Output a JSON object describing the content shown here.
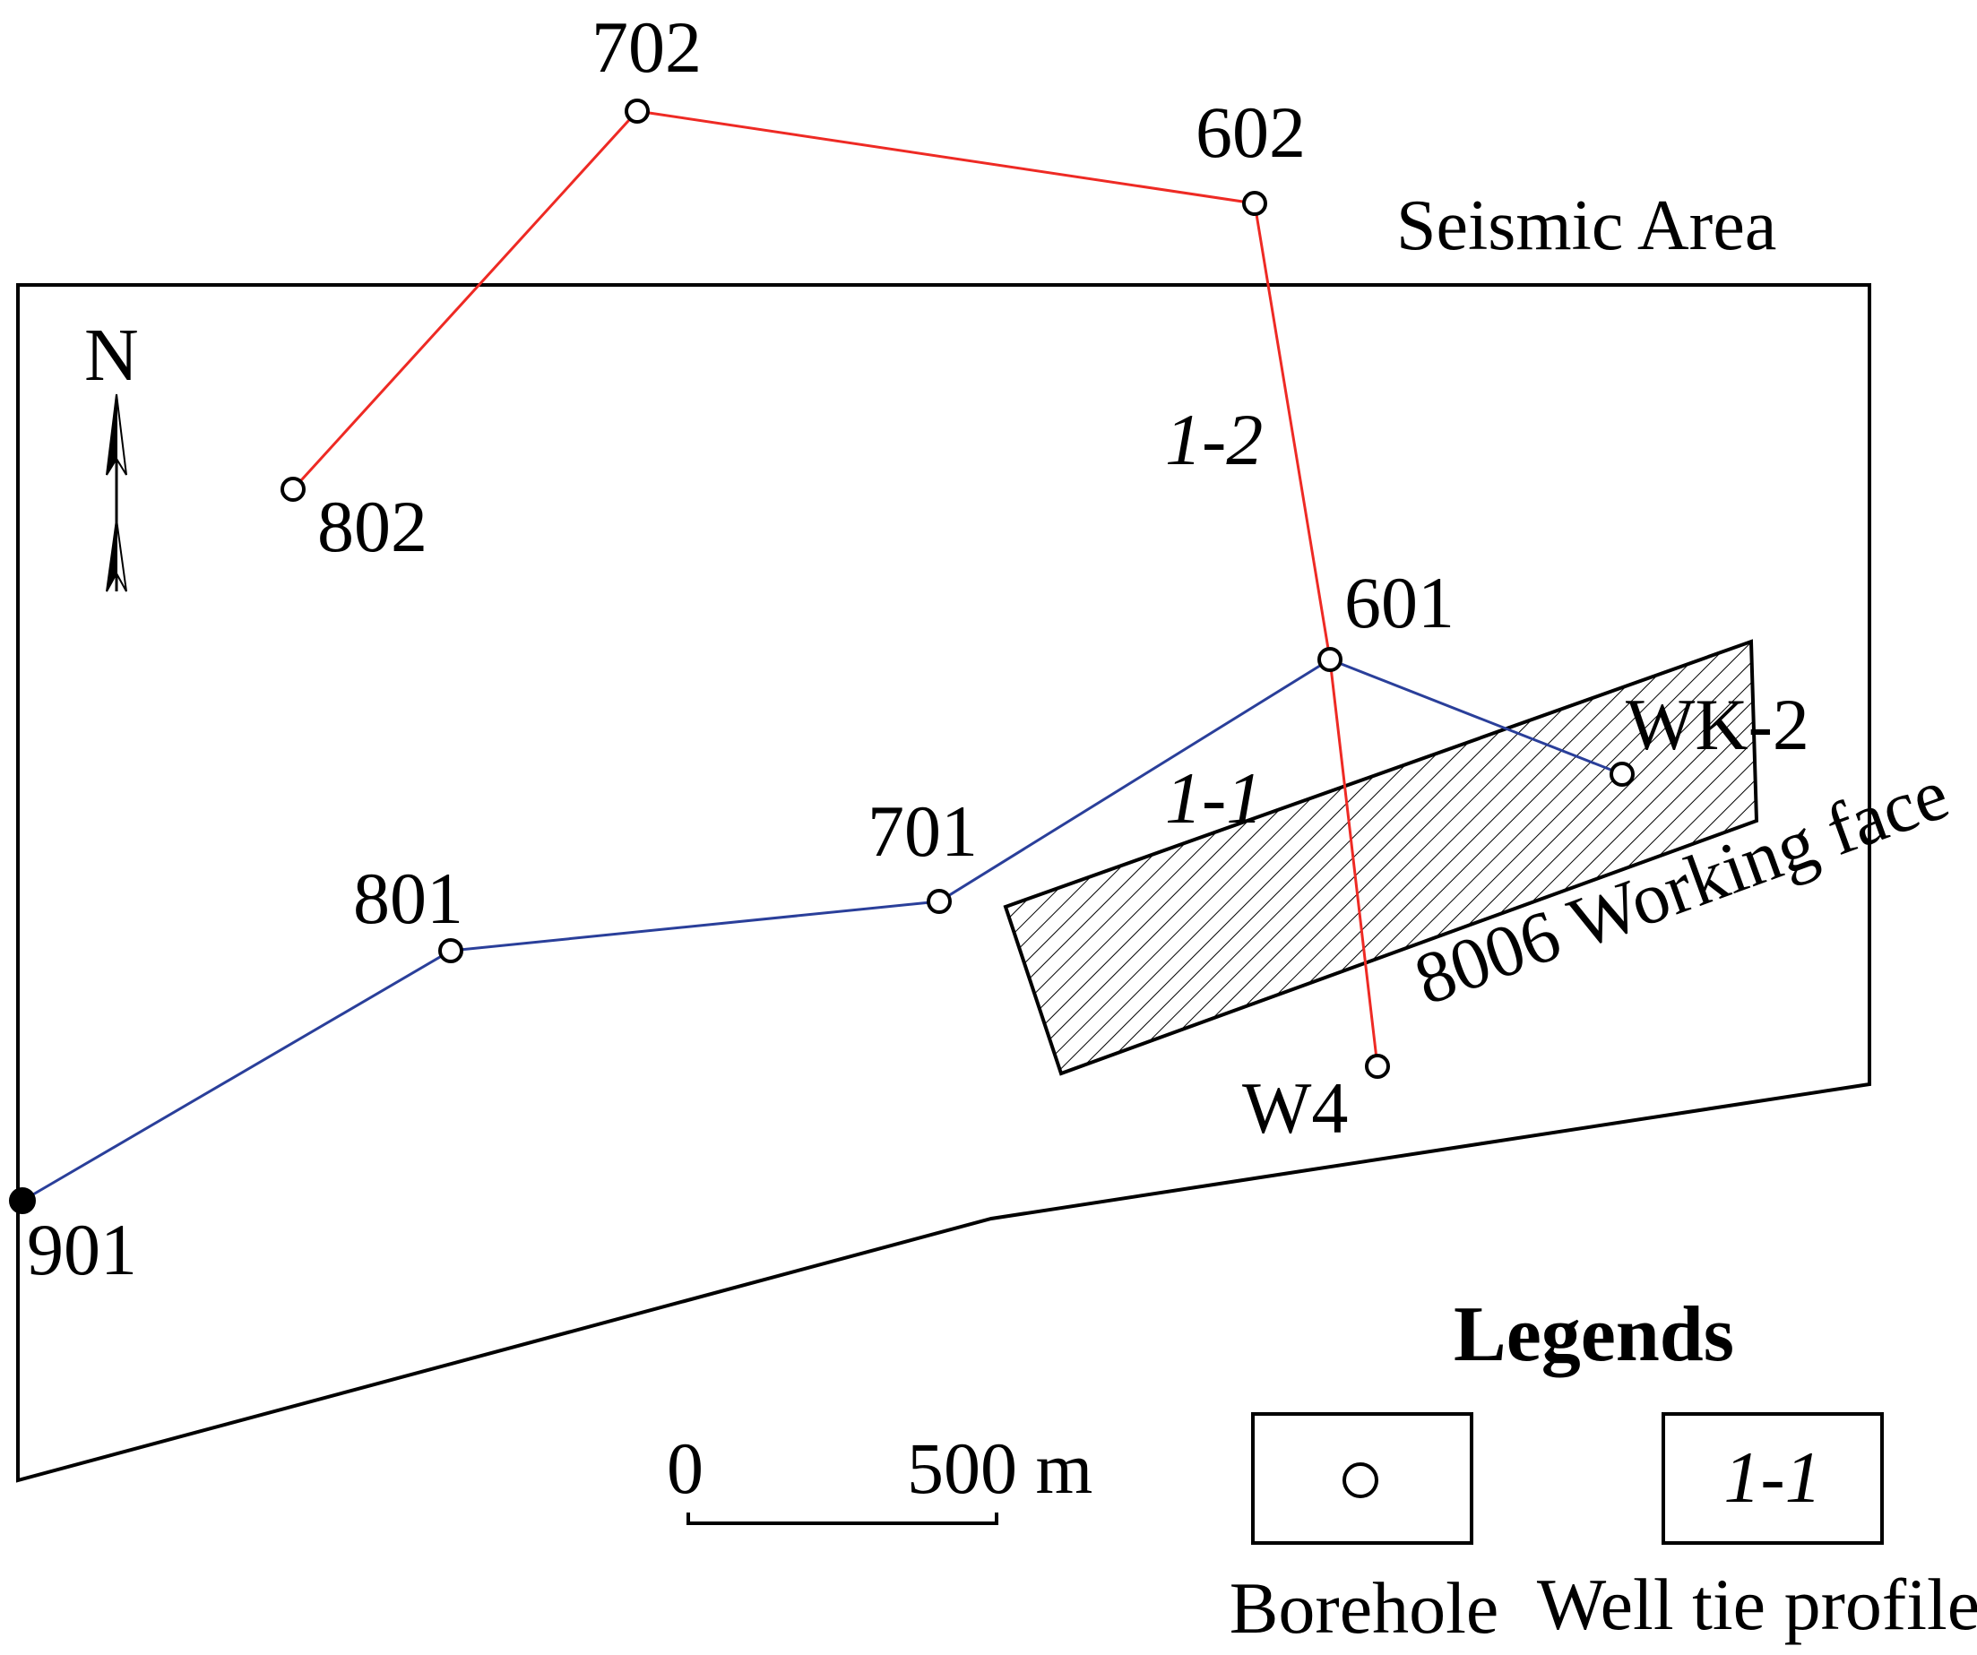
{
  "area_label": "Seismic Area",
  "north_label": "N",
  "boreholes": [
    {
      "id": "702",
      "label": "702"
    },
    {
      "id": "602",
      "label": "602"
    },
    {
      "id": "802",
      "label": "802"
    },
    {
      "id": "601",
      "label": "601"
    },
    {
      "id": "WK-2",
      "label": "WK-2"
    },
    {
      "id": "701",
      "label": "701"
    },
    {
      "id": "801",
      "label": "801"
    },
    {
      "id": "W4",
      "label": "W4"
    },
    {
      "id": "901",
      "label": "901"
    }
  ],
  "profiles": [
    {
      "id": "1-1",
      "label": "1-1",
      "color": "#2a3f9a",
      "wells": [
        "901",
        "801",
        "701",
        "601",
        "WK-2"
      ]
    },
    {
      "id": "1-2",
      "label": "1-2",
      "color": "#ee2a24",
      "wells": [
        "802",
        "702",
        "602",
        "601",
        "W4"
      ]
    }
  ],
  "working_face": {
    "label": "8006 Working face"
  },
  "scale_bar": {
    "start_label": "0",
    "end_label": "500 m"
  },
  "legend": {
    "title": "Legends",
    "items": [
      {
        "symbol": "borehole",
        "label": "Borehole"
      },
      {
        "symbol": "profile",
        "symbol_text": "1-1",
        "label": "Well tie profile"
      }
    ]
  },
  "colors": {
    "profile_1_1": "#2a3f9a",
    "profile_1_2": "#ee2a24",
    "outline": "#000000"
  }
}
